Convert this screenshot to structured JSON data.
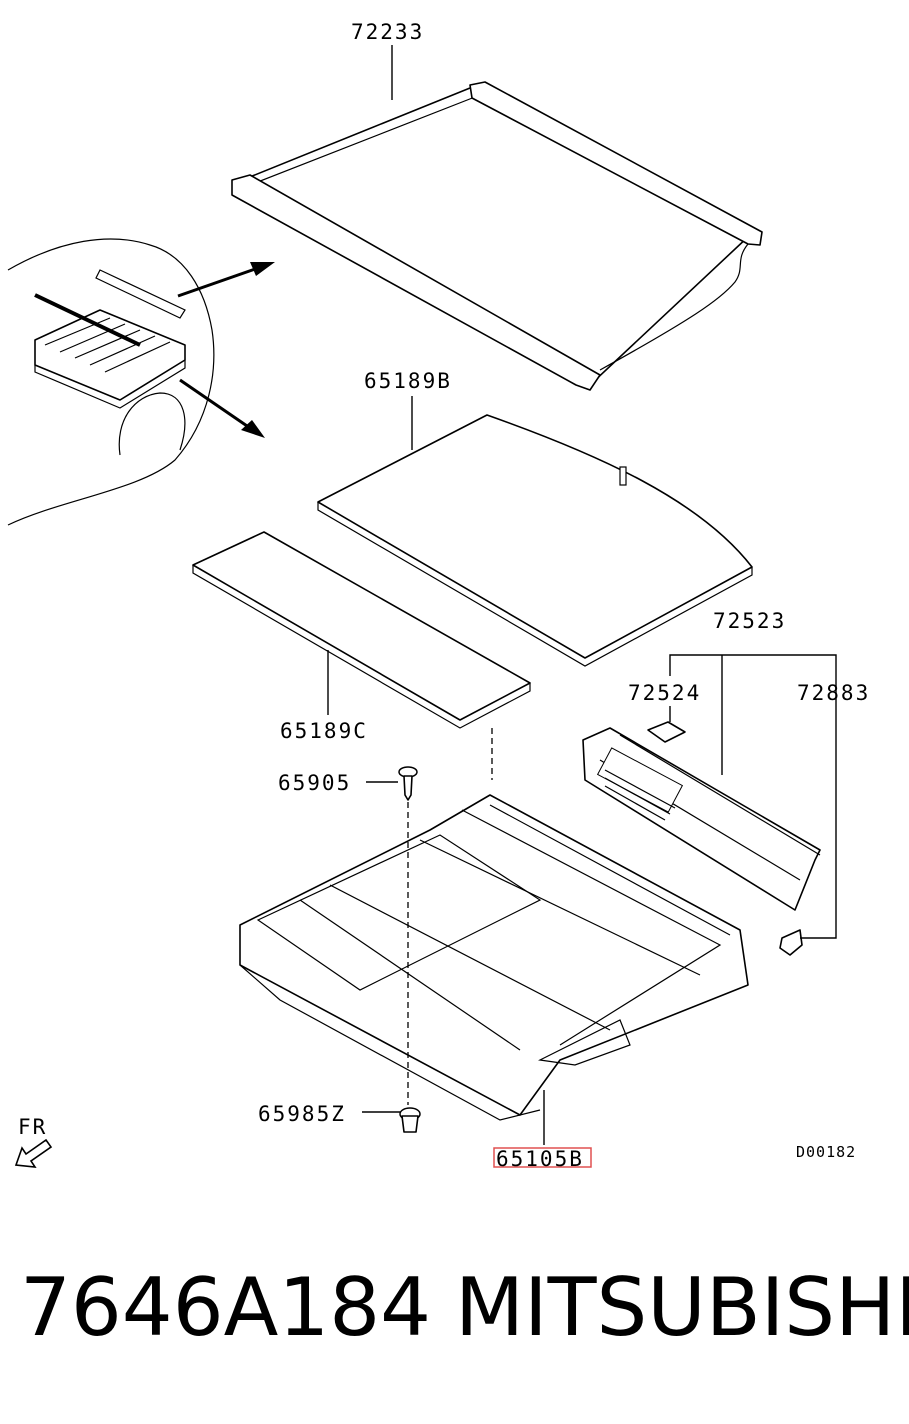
{
  "callouts": {
    "cover": "72233",
    "board_upper": "65189B",
    "board_lower": "65189C",
    "trim": "72523",
    "hook": "72524",
    "clip": "72883",
    "screw": "65905",
    "plug": "65985Z",
    "tray": "65105B"
  },
  "direction_label": "FR",
  "diagram_code": "D00182",
  "highlight_color": "#e05050",
  "footer": {
    "part_number": "7646A184",
    "brand": "MITSUBISHI"
  }
}
